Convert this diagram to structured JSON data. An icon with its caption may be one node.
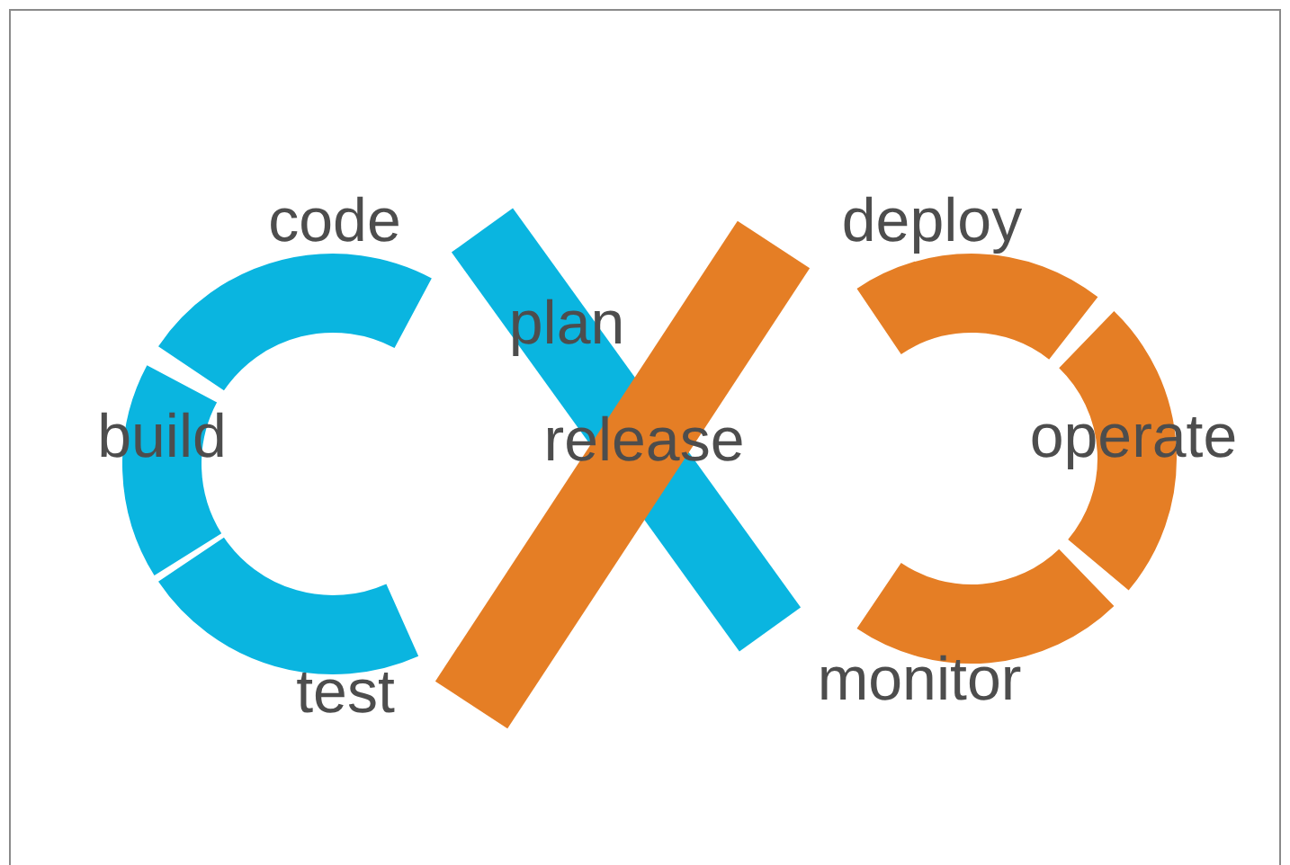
{
  "diagram": {
    "labels": [
      "code",
      "deploy",
      "plan",
      "build",
      "release",
      "operate",
      "test",
      "monitor"
    ]
  }
}
